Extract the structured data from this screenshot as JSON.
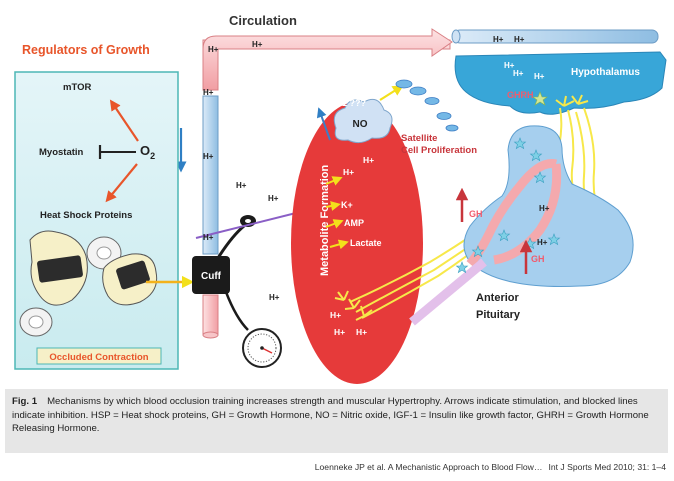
{
  "diagram": {
    "circulation_label": "Circulation",
    "regulators_title": "Regulators of Growth",
    "mtor_label": "mTOR",
    "o2_label": "O",
    "o2_subscript": "2",
    "myostatin_label": "Myostatin",
    "hsp_label": "Heat Shock Proteins",
    "occluded_label": "Occluded Contraction",
    "cuff_label": "Cuff",
    "metabolite_label": "Metabolite  Formation",
    "igf_label": "IGF-1 ???",
    "no_label": "NO",
    "satellite_label_1": "Satellite",
    "satellite_label_2": "Cell Proliferation",
    "hypothalamus_label": "Hypothalamus",
    "ghrh_label": "GHRH",
    "gh_label": "GH",
    "anterior_label": "Anterior",
    "pituitary_label": "Pituitary",
    "hplus": "H+",
    "kplus": "K+",
    "amp_label": "AMP",
    "lactate_label": "Lactate"
  },
  "caption": {
    "fig_label": "Fig. 1",
    "text": "Mechanisms by which blood occlusion training increases strength and muscular Hypertrophy. Arrows indicate stimulation, and blocked lines indicate inhibition. HSP = Heat shock proteins, GH = Growth Hormone, NO = Nitric oxide, IGF-1 = Insulin like growth factor, GHRH = Growth Hormone Releasing Hormone."
  },
  "footer": {
    "citation": "Loenneke JP et al. A Mechanistic Approach to Blood Flow…",
    "journal": "Int J Sports Med 2010; 31: 1–4"
  },
  "colors": {
    "vessel_pink": "#f4a9ad",
    "vessel_blue": "#9cc7e6",
    "metabolite_red": "#e63a3a",
    "regulators_red": "#e8552a",
    "teal_border": "#4db7b5",
    "hypothalamus_blue": "#38a6d8",
    "pituitary_blue": "#a6cfee"
  }
}
